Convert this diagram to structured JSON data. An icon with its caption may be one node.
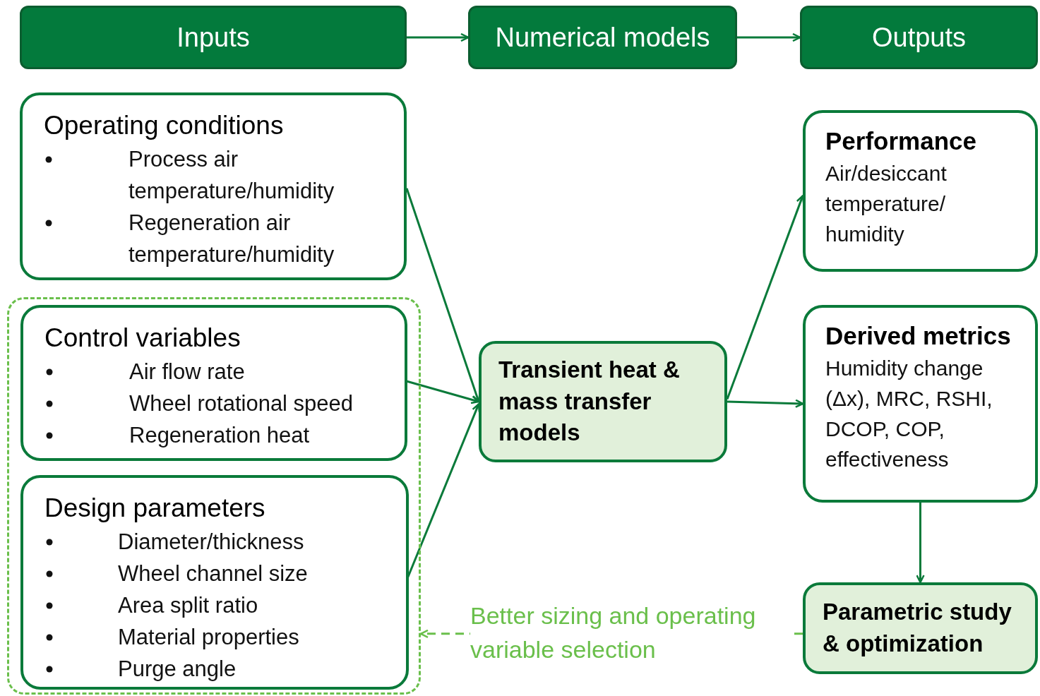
{
  "diagram": {
    "nodes": [
      {
        "text": [
          "Inputs"
        ]
      },
      {
        "text": [
          "Numerical models"
        ]
      },
      {
        "text": [
          "Outputs"
        ]
      },
      {
        "text": [
          "Operating conditions",
          "Process air temperature/humidity",
          "Regeneration air temperature/humidity"
        ]
      },
      {
        "text": [],
        "shape": "box"
      },
      {
        "text": [
          "Control variables",
          "Air flow rate",
          "Wheel rotational speed",
          "Regeneration heat"
        ],
        "in": 4
      },
      {
        "text": [
          "Design parameters",
          "Diameter/thickness",
          "Wheel channel size",
          "Area split ratio",
          "Material properties",
          "Purge angle"
        ],
        "in": 4
      },
      {
        "text": [
          "Transient heat & mass transfer models"
        ]
      },
      {
        "text": [
          "Performance",
          "Air/desiccant temperature/ humidity"
        ]
      },
      {
        "text": [
          "Derived metrics",
          "Humidity change (Δx), MRC, RSHI, DCOP, COP, effectiveness"
        ]
      },
      {
        "text": [
          "Parametric study & optimization"
        ]
      }
    ],
    "edges": [
      {
        "from": 0,
        "to": 1,
        "arrow": "to"
      },
      {
        "from": 1,
        "to": 2,
        "arrow": "to"
      },
      {
        "from": 3,
        "to": 7,
        "arrow": "to"
      },
      {
        "from": 5,
        "to": 7,
        "arrow": "to"
      },
      {
        "from": 6,
        "to": 7,
        "arrow": "to"
      },
      {
        "from": 7,
        "to": 8,
        "arrow": "to"
      },
      {
        "from": 7,
        "to": 9,
        "arrow": "to"
      },
      {
        "from": 9,
        "to": 10,
        "arrow": "to"
      },
      {
        "from": 10,
        "to": 4,
        "arrow": "to",
        "label": "Better sizing and operating variable selection",
        "style": "dashed",
        "color": "#6abf4b"
      }
    ]
  }
}
